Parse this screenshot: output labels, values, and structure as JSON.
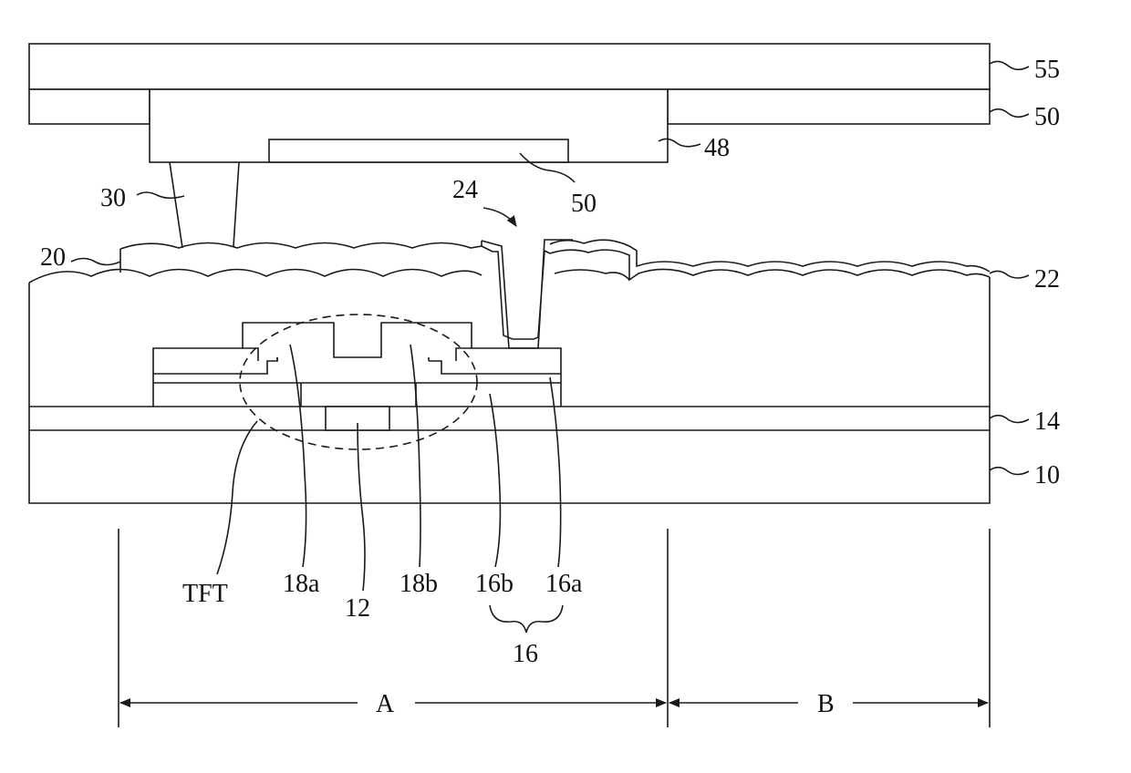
{
  "labels": {
    "l55": "55",
    "l50a": "50",
    "l48": "48",
    "l50b": "50",
    "l30": "30",
    "l24": "24",
    "l20": "20",
    "l22": "22",
    "l14": "14",
    "l10": "10",
    "tft": "TFT",
    "l18a": "18a",
    "l12": "12",
    "l18b": "18b",
    "l16b": "16b",
    "l16a": "16a",
    "l16": "16",
    "regionA": "A",
    "regionB": "B"
  }
}
